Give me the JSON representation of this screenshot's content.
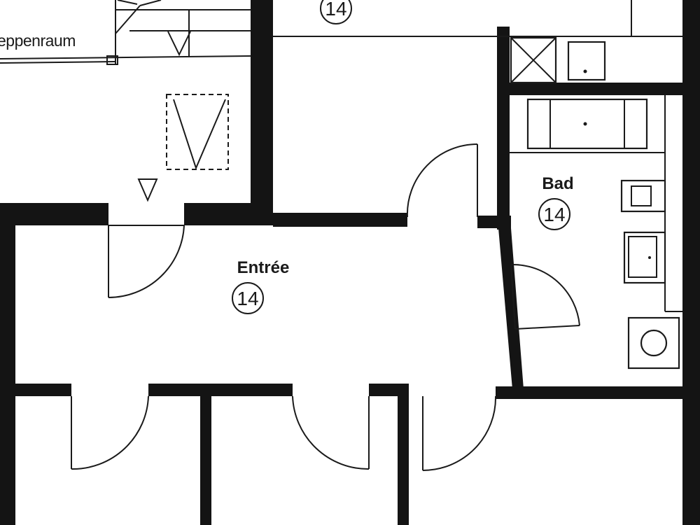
{
  "rooms": {
    "treppenraum": {
      "label": "eppenraum"
    },
    "top_room": {
      "number": "14"
    },
    "entree": {
      "label": "Entrée",
      "number": "14"
    },
    "bad": {
      "label": "Bad",
      "number": "14"
    }
  }
}
